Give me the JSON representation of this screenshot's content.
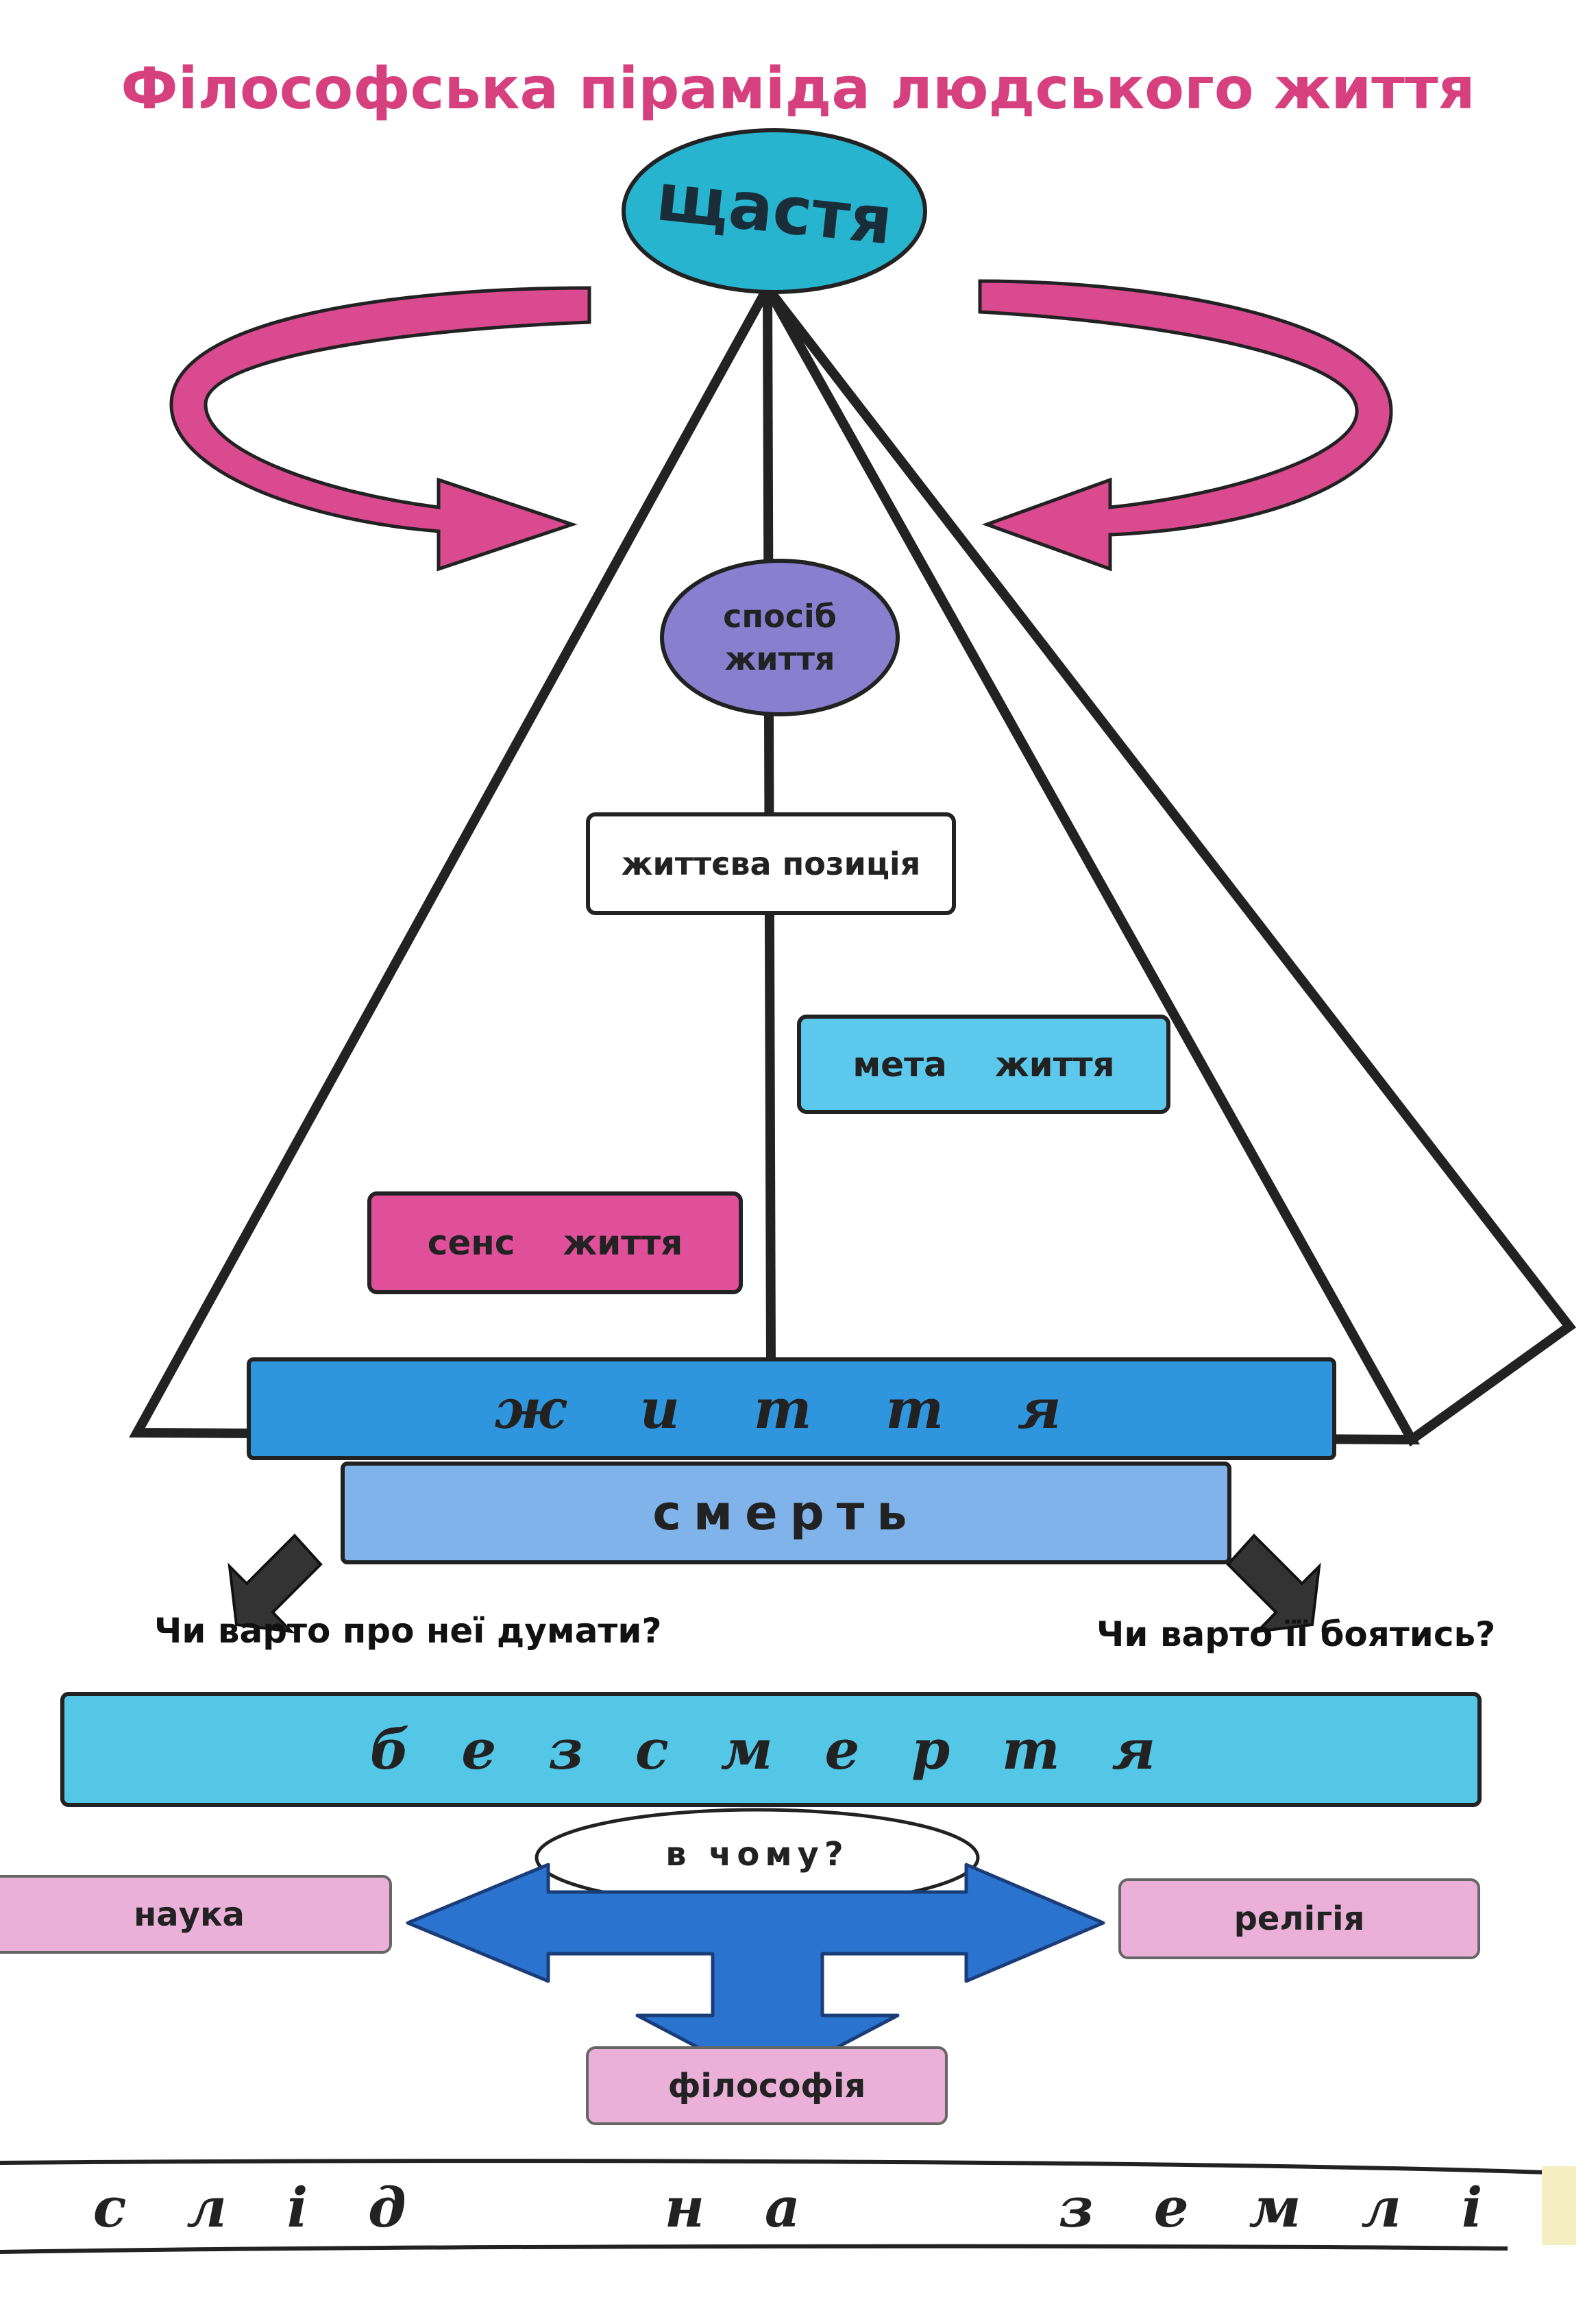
{
  "title": "Філософська піраміда людського життя",
  "top_oval": {
    "label": "щастя"
  },
  "pyramid": {
    "sposib": {
      "line1": "спосіб",
      "line2": "життя"
    },
    "zhyttieva_pozytsiia": "життєва позиція",
    "meta_zhyttia": {
      "word1": "мета",
      "word2": "життя"
    },
    "sens_zhyttia": {
      "word1": "сенс",
      "word2": "життя"
    }
  },
  "base_bars": {
    "zhyttia": "ж и т т я",
    "smert": "смерть"
  },
  "questions": {
    "left": "Чи варто про  неї думати?",
    "right": "Чи варто її боятись?"
  },
  "bezsmertia": "б е з с м е р т я",
  "v_chomu": "в   чому?",
  "options": {
    "nauka": "наука",
    "religiia": "релігія",
    "filosofiia": "філософія"
  },
  "footer": "с л і д      н а      з е м л і",
  "colors": {
    "title": "#d6407f",
    "magenta_arrow": "#d94a8f",
    "oval_teal": "#27b4cf",
    "oval_purple": "#8a7fcf",
    "box_cyan": "#5cc8ec",
    "box_magenta": "#e0509a",
    "bar_blue": "#2f95dc",
    "bar_light": "#7fb3ea",
    "bar_cyan": "#54c6e6",
    "box_pink": "#eab0d8",
    "arrow_blue": "#2a74cf"
  },
  "icons": [
    "curved-arrow-left-icon",
    "curved-arrow-right-icon",
    "down-left-arrow-icon",
    "down-right-arrow-icon",
    "cross-arrow-icon"
  ]
}
